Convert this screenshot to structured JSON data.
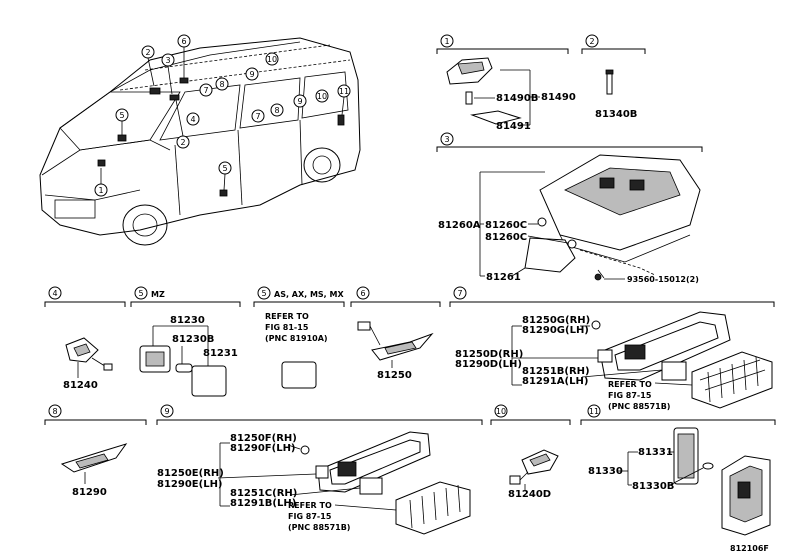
{
  "section_numbers": [
    "1",
    "2",
    "3",
    "4",
    "5",
    "5",
    "6",
    "7",
    "8",
    "9",
    "10",
    "11"
  ],
  "van_callouts": [
    "1",
    "2",
    "2",
    "3",
    "4",
    "5",
    "5",
    "6",
    "7",
    "7",
    "8",
    "8",
    "9",
    "9",
    "10",
    "10",
    "11"
  ],
  "notes": {
    "s5a": "MZ",
    "s5b": "AS, AX, MS, MX"
  },
  "parts": {
    "p81490B": "81490B",
    "p81490": "81490",
    "p81491": "81491",
    "p81340B": "81340B",
    "p81260A": "81260A",
    "p81260C_1": "81260C",
    "p81260C_2": "81260C",
    "p81261": "81261",
    "p93560": "93560-15012(2)",
    "p81240": "81240",
    "p81230": "81230",
    "p81230B": "81230B",
    "p81231": "81231",
    "p81250": "81250",
    "p81250G": "81250G(RH)",
    "p81290G": "81290G(LH)",
    "p81250D": "81250D(RH)",
    "p81290D": "81290D(LH)",
    "p81251B": "81251B(RH)",
    "p81291A": "81291A(LH)",
    "p81290": "81290",
    "p81250F": "81250F(RH)",
    "p81290F": "81290F(LH)",
    "p81250E": "81250E(RH)",
    "p81290E": "81290E(LH)",
    "p81251C": "81251C(RH)",
    "p81291B": "81291B(LH)",
    "p81240D": "81240D",
    "p81331": "81331",
    "p81330": "81330",
    "p81330B": "81330B"
  },
  "refs": {
    "r5_l1": "REFER TO",
    "r5_l2": "FIG 81-15",
    "r5_l3": "(PNC 81910A)",
    "r7_l1": "REFER TO",
    "r7_l2": "FIG 87-15",
    "r7_l3": "(PNC 88571B)",
    "r9_l1": "REFER TO",
    "r9_l2": "FIG 87-15",
    "r9_l3": "(PNC 88571B)"
  },
  "figure_id": "812106F"
}
